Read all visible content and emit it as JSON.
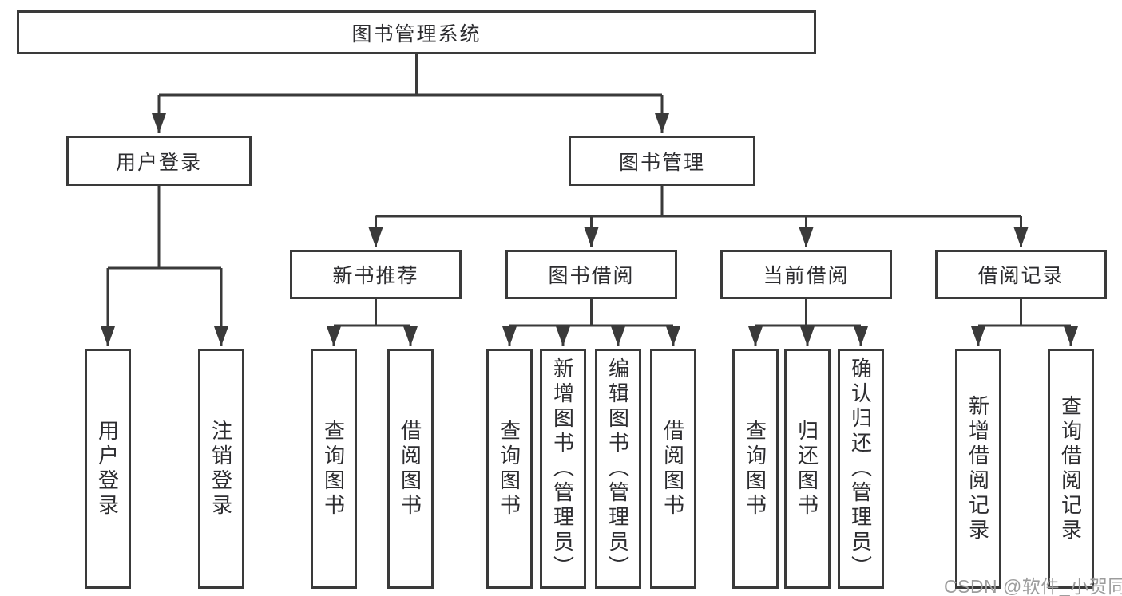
{
  "diagram_title": "图书管理系统",
  "nodes": {
    "root": {
      "label": "图书管理系统"
    },
    "user_login": {
      "label": "用户登录"
    },
    "book_management": {
      "label": "图书管理"
    },
    "new_book_recommend": {
      "label": "新书推荐"
    },
    "book_borrowing": {
      "label": "图书借阅"
    },
    "current_borrowing": {
      "label": "当前借阅"
    },
    "borrowing_records": {
      "label": "借阅记录"
    },
    "user_login_leaf": {
      "label": "用户登录"
    },
    "logout_leaf": {
      "label": "注销登录"
    },
    "recommend_query_books": {
      "label": "查询图书"
    },
    "recommend_borrow_books": {
      "label": "借阅图书"
    },
    "borrowing_query_books": {
      "label": "查询图书"
    },
    "borrowing_add_books": {
      "label": "新增图书（管理员）"
    },
    "borrowing_edit_books": {
      "label": "编辑图书（管理员）"
    },
    "borrowing_borrow_books": {
      "label": "借阅图书"
    },
    "current_query_books": {
      "label": "查询图书"
    },
    "current_return_books": {
      "label": "归还图书"
    },
    "current_confirm_return": {
      "label": "确认归还（管理员）"
    },
    "records_add": {
      "label": "新增借阅记录"
    },
    "records_query": {
      "label": "查询借阅记录"
    }
  },
  "watermark": "CSDN @软件_小贺同学",
  "colors": {
    "line": "#3a3a3a",
    "text": "#2d2d30",
    "watermark": "#9c9c9c",
    "background": "#ffffff"
  }
}
